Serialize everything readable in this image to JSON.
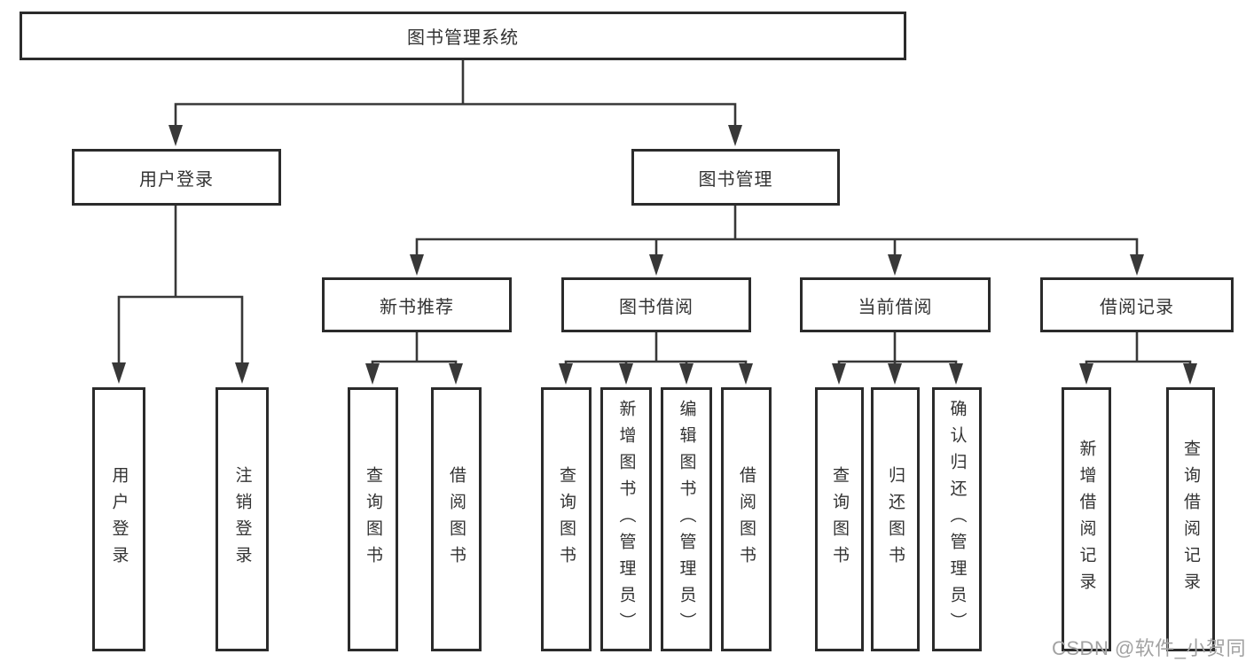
{
  "tree": {
    "label": "图书管理系统",
    "children": [
      {
        "label": "用户登录",
        "children": [
          {
            "label": "用户登录"
          },
          {
            "label": "注销登录"
          }
        ]
      },
      {
        "label": "图书管理",
        "children": [
          {
            "label": "新书推荐",
            "children": [
              {
                "label": "查询图书"
              },
              {
                "label": "借阅图书"
              }
            ]
          },
          {
            "label": "图书借阅",
            "children": [
              {
                "label": "查询图书"
              },
              {
                "label": "新增图书（管理员）"
              },
              {
                "label": "编辑图书（管理员）"
              },
              {
                "label": "借阅图书"
              }
            ]
          },
          {
            "label": "当前借阅",
            "children": [
              {
                "label": "查询图书"
              },
              {
                "label": "归还图书"
              },
              {
                "label": "确认归还（管理员）"
              }
            ]
          },
          {
            "label": "借阅记录",
            "children": [
              {
                "label": "新增借阅记录"
              },
              {
                "label": "查询借阅记录"
              }
            ]
          }
        ]
      }
    ]
  },
  "watermark": "CSDN @软件_小贺同学",
  "colors": {
    "background": "#ffffff",
    "line": "#383838",
    "box_border": "#2b2b2b",
    "box_fill": "#ffffff",
    "text": "#333333",
    "watermark": "#a2a2a2"
  }
}
